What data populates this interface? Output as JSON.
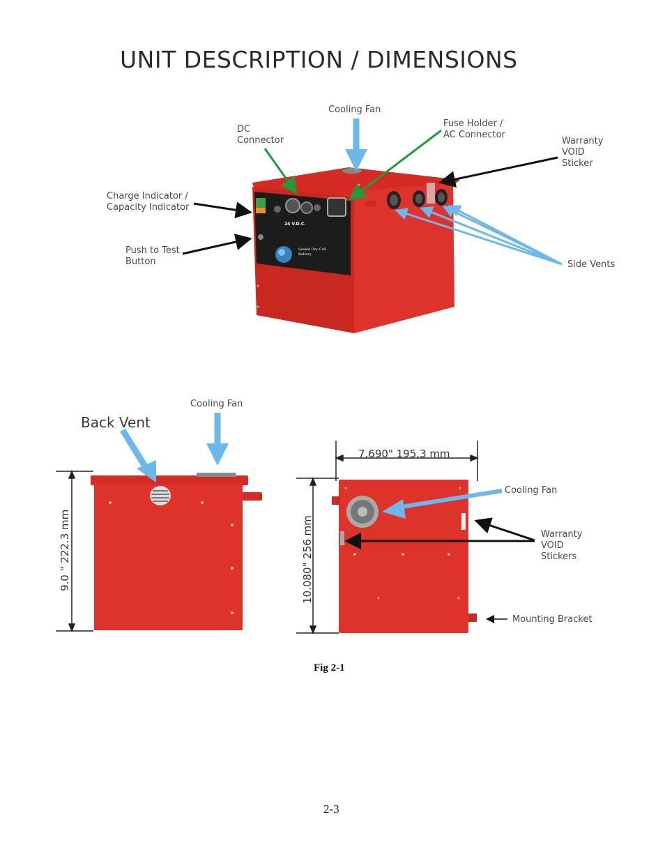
{
  "title": "UNIT DESCRIPTION / DIMENSIONS",
  "top_figure": {
    "labels": {
      "cooling_fan": "Cooling Fan",
      "dc_connector": [
        "DC",
        "Connector"
      ],
      "fuse_holder": [
        "Fuse Holder /",
        "AC Connector"
      ],
      "warranty_sticker": [
        "Warranty",
        "VOID",
        "Sticker"
      ],
      "charge_indicator": [
        "Charge Indicator /",
        "Capacity Indicator"
      ],
      "push_to_test": [
        "Push to Test",
        "Button"
      ],
      "side_vents": "Side Vents"
    },
    "panel_text": {
      "voltage": "24 V.D.C.",
      "product": [
        "Sealed Dry-Cell",
        "Battery"
      ]
    }
  },
  "back_view": {
    "labels": {
      "back_vent": "Back Vent",
      "cooling_fan": "Cooling Fan"
    },
    "dimension": "9.0 \" 222.3 mm"
  },
  "side_view": {
    "labels": {
      "cooling_fan": "Cooling Fan",
      "warranty_stickers": [
        "Warranty",
        "VOID",
        "Stickers"
      ],
      "mounting_bracket": "Mounting Bracket"
    },
    "dimension_width": "7.690\" 195.3 mm",
    "dimension_height": "10.080\" 256 mm"
  },
  "caption": "Fig 2-1",
  "page_number": "2-3",
  "colors": {
    "unit_red": "#e0312a",
    "unit_red_dark": "#b3221d",
    "arrow_blue": "#6cb8ec",
    "arrow_green": "#1f9a3c",
    "arrow_black": "#111111"
  }
}
